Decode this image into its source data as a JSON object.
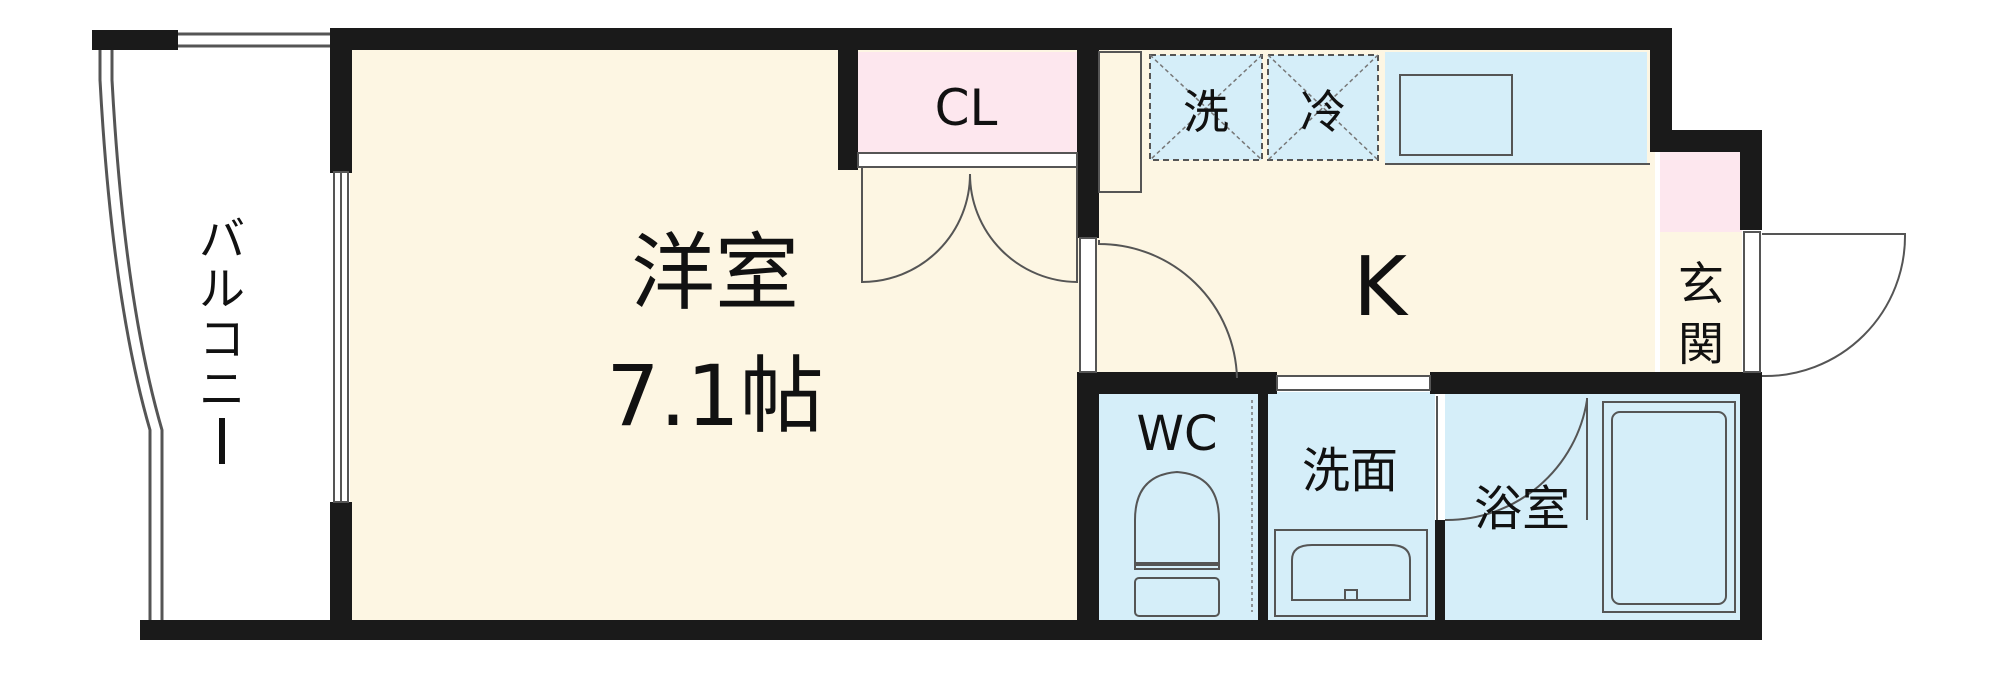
{
  "rooms": {
    "western_room": {
      "name": "洋室",
      "size": "7.1帖"
    },
    "closet": "CL",
    "kitchen": "K",
    "washer": "洗",
    "fridge": "冷",
    "entrance": [
      "玄",
      "関"
    ],
    "toilet": "WC",
    "washroom": "洗面",
    "bathroom": "浴室",
    "balcony": [
      "バ",
      "ル",
      "コ",
      "ニ",
      "ー"
    ]
  },
  "colors": {
    "western_room": "#fdf6e3",
    "kitchen": "#fdf6e3",
    "closet": "#fde7ee",
    "entrance": "#fde7ee",
    "wet_area": "#d5eef9",
    "wall": "#1a1a1a",
    "line": "#555555"
  }
}
